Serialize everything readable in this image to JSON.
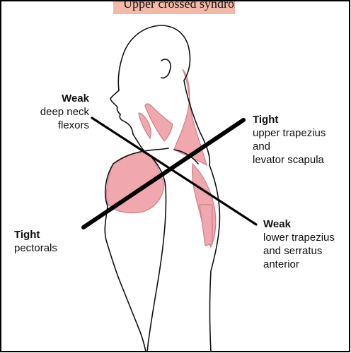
{
  "banner": {
    "text": "Upper crossed syndrome diagram"
  },
  "labels": {
    "weak_neck": {
      "head": "Weak",
      "lines": [
        "deep neck",
        "flexors"
      ]
    },
    "tight_trap": {
      "head": "Tight",
      "lines": [
        "upper trapezius",
        "and",
        "levator scapula"
      ]
    },
    "tight_pec": {
      "head": "Tight",
      "lines": [
        "pectorals"
      ]
    },
    "weak_trap": {
      "head": "Weak",
      "lines": [
        "lower trapezius",
        "and serratus",
        "anterior"
      ]
    }
  },
  "colors": {
    "muscle": "#f0a7ad",
    "muscle_line": "#c98288",
    "outline": "#111111",
    "frame": "#000000",
    "banner": "#f4b8a8"
  }
}
